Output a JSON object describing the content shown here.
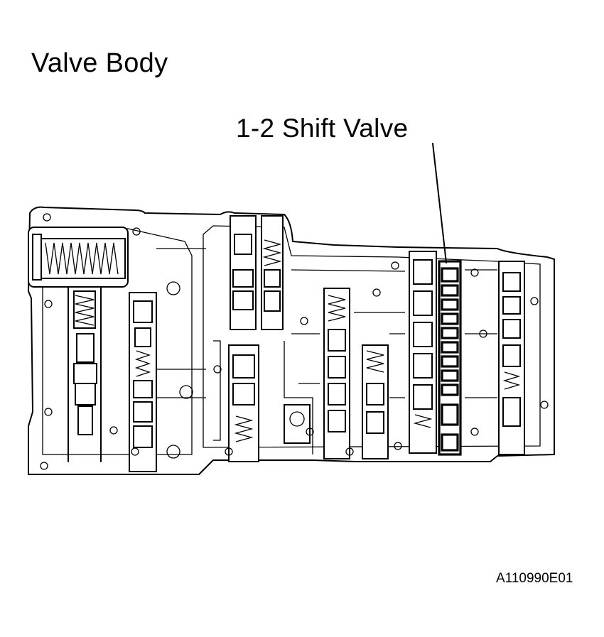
{
  "title": "Valve Body",
  "callout_label": "1-2 Shift Valve",
  "figure_id": "A110990E01",
  "colors": {
    "line": "#000000",
    "background": "#ffffff"
  }
}
